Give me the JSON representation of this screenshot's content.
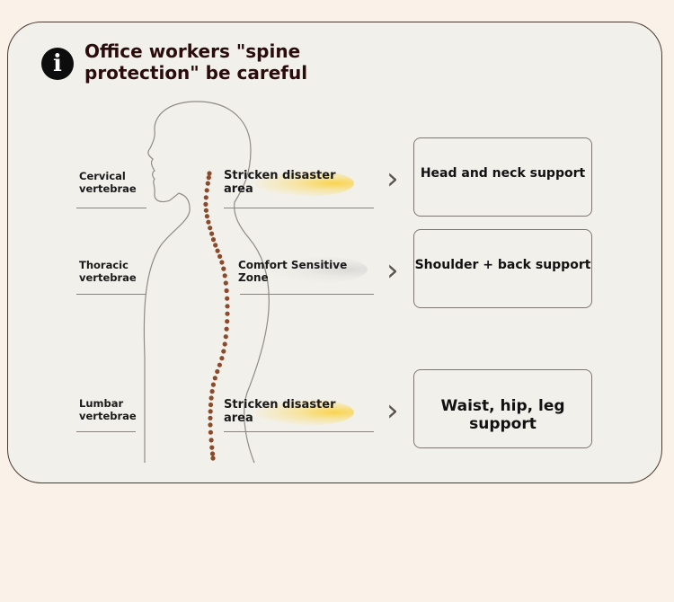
{
  "title": "Office workers \"spine protection\" be careful",
  "icons": {
    "title_icon": "info-icon",
    "arrow_icon": "chevron-right-icon"
  },
  "vertebrae": [
    {
      "label": "Cervical vertebrae",
      "zone": "Stricken disaster area",
      "zone_glow": "#f7d24a",
      "support": "Head and neck support"
    },
    {
      "label": "Thoracic vertebrae",
      "zone": "Comfort Sensitive Zone",
      "zone_glow": "#d0d0d0",
      "support": "Shoulder + back support"
    },
    {
      "label": "Lumbar vertebrae",
      "zone": "Stricken disaster area",
      "zone_glow": "#f7d24a",
      "support": "Waist, hip, leg support"
    }
  ],
  "colors": {
    "background": "#faf2e8",
    "card": "#f2f0ea",
    "title_text": "#2b0c0c",
    "spine_dots": "#8b4a2b"
  }
}
